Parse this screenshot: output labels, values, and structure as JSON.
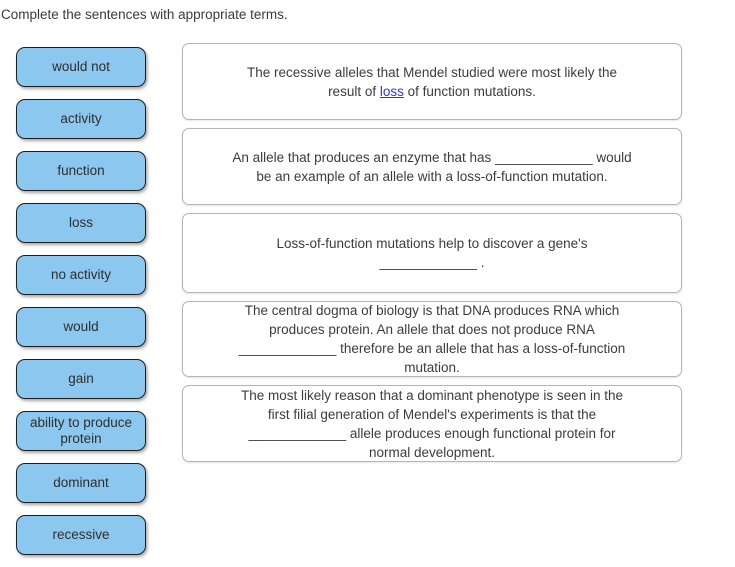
{
  "title": "Complete the sentences with appropriate terms.",
  "colors": {
    "chip_fill": "#8CC7F0",
    "chip_border": "#1F1F1F",
    "box_border": "#B5B5B5",
    "link_blue": "#3333E0",
    "text": "#3C3C3C"
  },
  "term_bank": {
    "chips": [
      {
        "label": "would not"
      },
      {
        "label": "activity"
      },
      {
        "label": "function"
      },
      {
        "label": "loss"
      },
      {
        "label": "no activity"
      },
      {
        "label": "would"
      },
      {
        "label": "gain"
      },
      {
        "label": "ability to produce protein"
      },
      {
        "label": "dominant"
      },
      {
        "label": "recessive"
      }
    ]
  },
  "sentences": [
    {
      "before": "The recessive alleles that Mendel studied were most likely the\nresult of ",
      "link": "loss",
      "after": " of function mutations."
    },
    {
      "lines": [
        "An allele that produces an enzyme that has _____________ would",
        "be an example of an allele with a loss-of-function mutation."
      ]
    },
    {
      "lines": [
        "Loss-of-function mutations help to discover a gene's",
        "_____________ ."
      ]
    },
    {
      "lines": [
        "The central dogma of biology is that DNA produces RNA which",
        "produces protein. An allele that does not produce RNA",
        "_____________ therefore be an allele that has a loss-of-function",
        "mutation."
      ]
    },
    {
      "lines": [
        "The most likely reason that a dominant phenotype is seen in the",
        "first filial generation of Mendel's experiments is that the",
        "_____________ allele produces enough functional protein for",
        "normal development."
      ]
    }
  ]
}
